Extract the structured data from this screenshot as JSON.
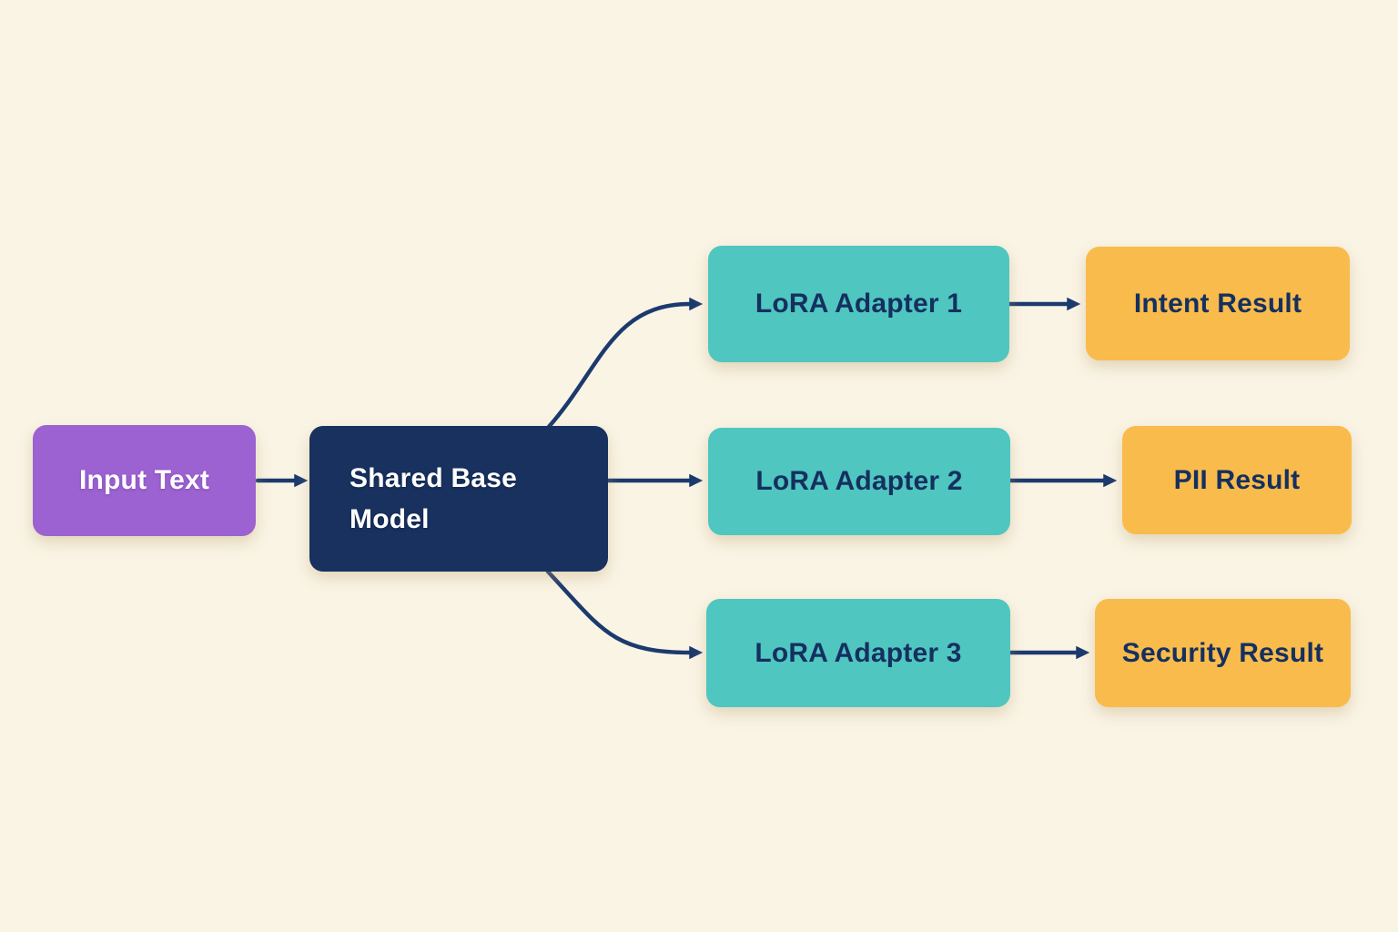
{
  "colors": {
    "background": "#faf4e5",
    "arrow": "#1b3a6e",
    "node_input_bg": "#9c62d1",
    "node_base_bg": "#18315f",
    "node_adapter_bg": "#4fc6c0",
    "node_result_bg": "#f9bb4c",
    "text_light": "#ffffff",
    "text_dark": "#15305f"
  },
  "diagram": {
    "nodes": {
      "input": {
        "label": "Input Text"
      },
      "base": {
        "label": "Shared Base Model"
      },
      "adapter1": {
        "label": "LoRA Adapter 1"
      },
      "adapter2": {
        "label": "LoRA Adapter 2"
      },
      "adapter3": {
        "label": "LoRA Adapter 3"
      },
      "result1": {
        "label": "Intent Result"
      },
      "result2": {
        "label": "PII Result"
      },
      "result3": {
        "label": "Security Result"
      }
    },
    "edges": [
      {
        "from": "input",
        "to": "base"
      },
      {
        "from": "base",
        "to": "adapter1"
      },
      {
        "from": "base",
        "to": "adapter2"
      },
      {
        "from": "base",
        "to": "adapter3"
      },
      {
        "from": "adapter1",
        "to": "result1"
      },
      {
        "from": "adapter2",
        "to": "result2"
      },
      {
        "from": "adapter3",
        "to": "result3"
      }
    ]
  }
}
